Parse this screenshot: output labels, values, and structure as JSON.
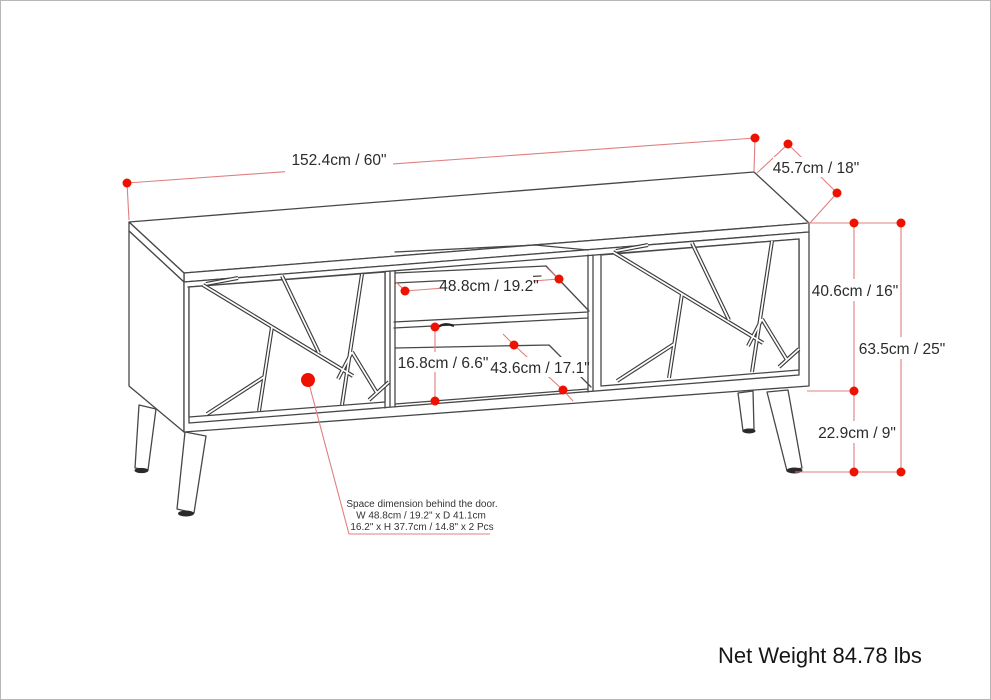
{
  "product": "TV stand dimension diagram",
  "dimensions": {
    "top_width": "152.4cm / 60\"",
    "top_depth": "45.7cm / 18\"",
    "body_height": "40.6cm / 16\"",
    "overall_height": "63.5cm / 25\"",
    "leg_height": "22.9cm / 9\"",
    "middle_shelf_width": "48.8cm / 19.2\"",
    "shelf_gap_height": "16.8cm / 6.6\"",
    "middle_depth": "43.6cm / 17.1\""
  },
  "door_note": {
    "line1": "Space dimension behind the door.",
    "line2": "W 48.8cm / 19.2\" x D 41.1cm",
    "line3": "16.2\" x H 37.7cm / 14.8\" x 2 Pcs"
  },
  "net_weight": "Net Weight 84.78 lbs",
  "colors": {
    "dimension_line": "#e07f7f",
    "dimension_dot": "#ee1100",
    "drawing_outline": "#474747",
    "text": "#2b2b2b",
    "background": "#ffffff"
  }
}
